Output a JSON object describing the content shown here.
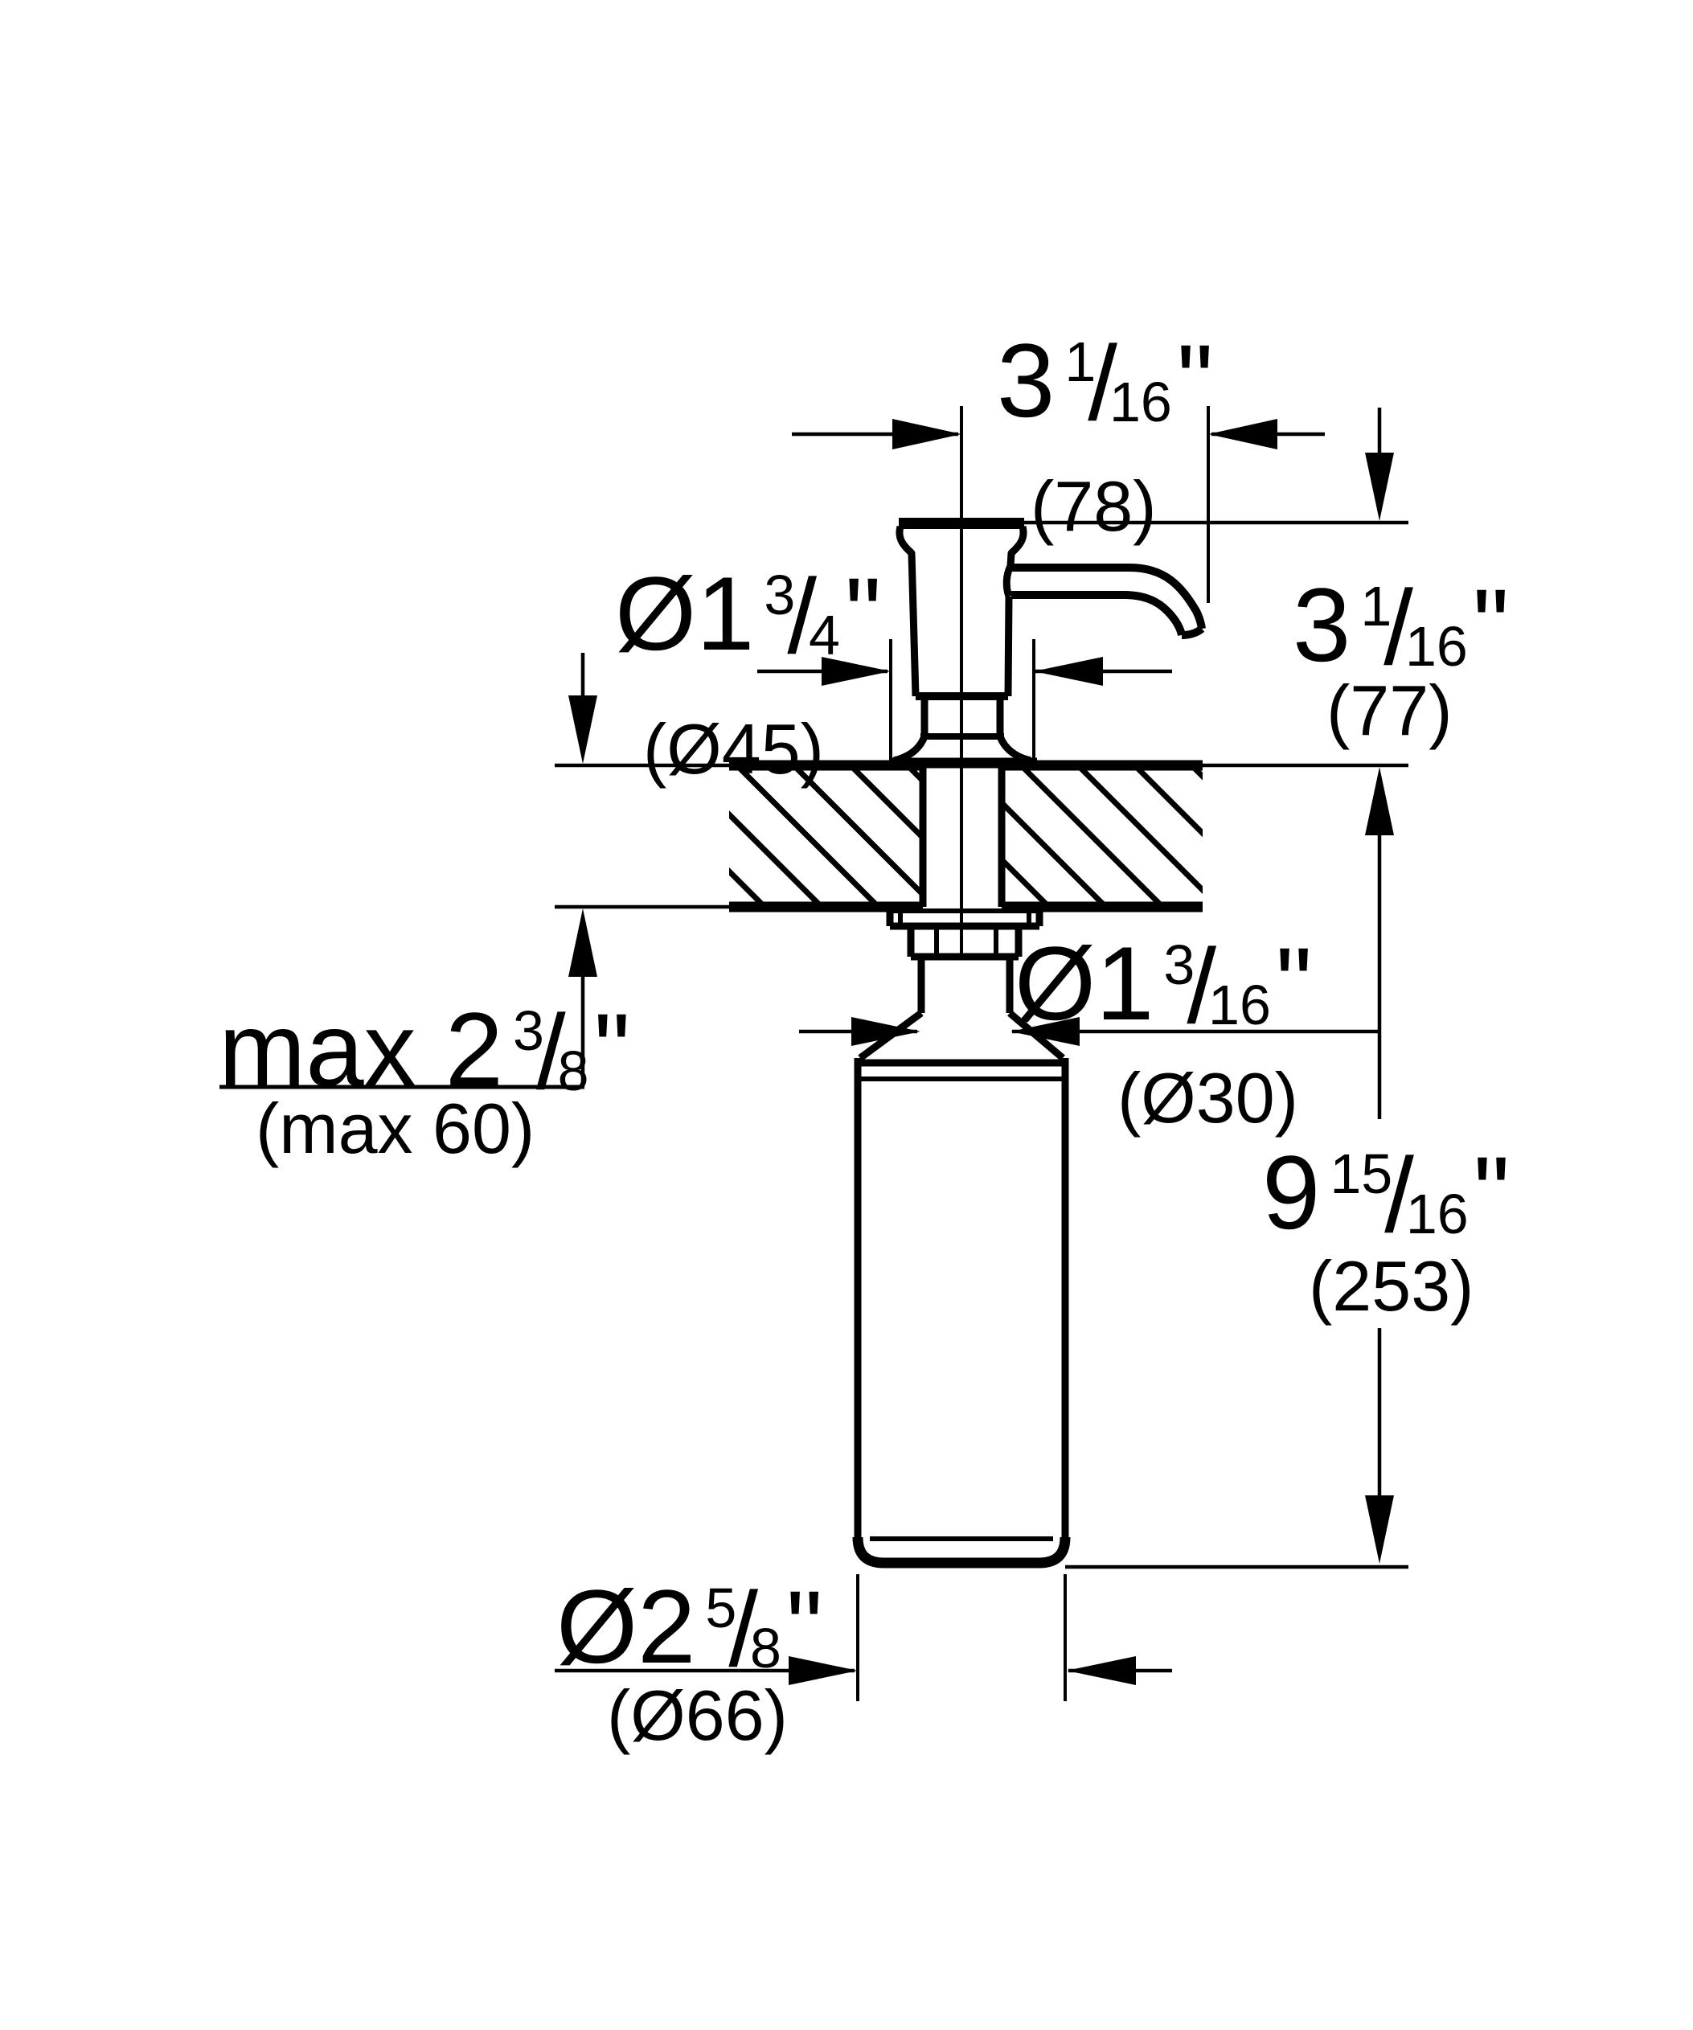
{
  "page": {
    "background": "#ffffff",
    "ink": "#000000"
  },
  "glyphs": {
    "slash": "/"
  },
  "labels": {
    "dim78": {
      "whole": "3",
      "num": "1",
      "den": "16",
      "unit": "\"",
      "metric": "(78)"
    },
    "dim77": {
      "whole": "3",
      "num": "1",
      "den": "16",
      "unit": "\"",
      "metric": "(77)"
    },
    "dia45": {
      "whole": "Ø1",
      "num": "3",
      "den": "4",
      "unit": "\"",
      "metric": "(Ø45)"
    },
    "dia30": {
      "whole": "Ø1",
      "num": "3",
      "den": "16",
      "unit": "\"",
      "metric": "(Ø30)"
    },
    "max60": {
      "whole": "max 2",
      "num": "3",
      "den": "8",
      "unit": "\"",
      "metric": "(max 60)"
    },
    "dim253": {
      "whole": "9",
      "num": "15",
      "den": "16",
      "unit": "\"",
      "metric": "(253)"
    },
    "dia66": {
      "whole": "Ø2",
      "num": "5",
      "den": "8",
      "unit": "\"",
      "metric": "(Ø66)"
    }
  }
}
